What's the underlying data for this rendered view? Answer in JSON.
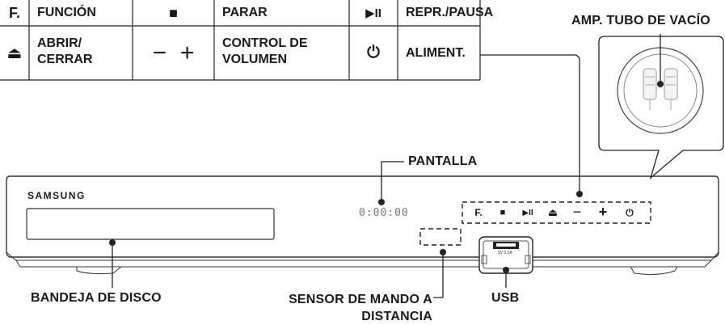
{
  "buttons_table": {
    "rows": [
      [
        {
          "symbol": "F.",
          "label": "FUNCIÓN"
        },
        {
          "symbol": "■",
          "label": "PARAR"
        },
        {
          "symbol": "▶II",
          "label": "REPR./PAUSA"
        }
      ],
      [
        {
          "symbol": "⏏",
          "label": "ABRIR/ CERRAR"
        },
        {
          "symbol": "−  +",
          "label": "CONTROL DE VOLUMEN"
        },
        {
          "symbol": "⏻",
          "label": "ALIMENT."
        }
      ]
    ]
  },
  "callouts": {
    "tube_amp": "AMP. TUBO DE VACÍO",
    "display": "PANTALLA",
    "disc_tray": "BANDEJA DE DISCO",
    "remote_sensor": "SENSOR DE MANDO A DISTANCIA",
    "usb": "USB"
  },
  "device": {
    "brand": "SAMSUNG",
    "display_readout": "0:00:00",
    "usb_rating": "5V 0.5A",
    "panel_buttons": [
      "F.",
      "■",
      "▶II",
      "⏏",
      "−",
      "+",
      "⏻"
    ]
  }
}
